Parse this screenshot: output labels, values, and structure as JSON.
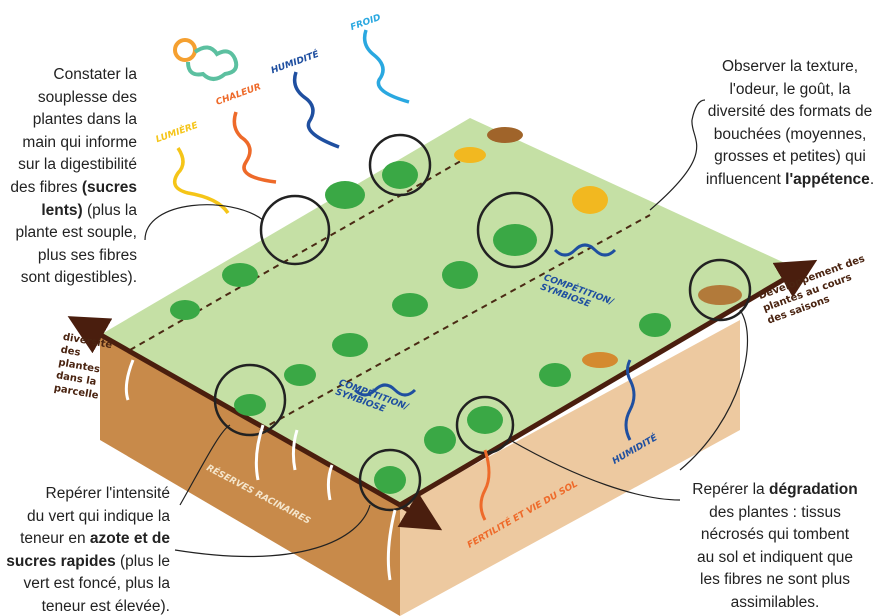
{
  "annotations": {
    "top_left": [
      [
        [
          "Constater la",
          0
        ]
      ],
      [
        [
          "souplesse des",
          0
        ]
      ],
      [
        [
          "plantes dans la",
          0
        ]
      ],
      [
        [
          "main qui informe",
          0
        ]
      ],
      [
        [
          "sur la digestibilité",
          0
        ]
      ],
      [
        [
          "des fibres ",
          0
        ],
        [
          "(sucres",
          1
        ]
      ],
      [
        [
          "lents)",
          1
        ],
        [
          " (plus la",
          0
        ]
      ],
      [
        [
          "plante est souple,",
          0
        ]
      ],
      [
        [
          "plus ses fibres",
          0
        ]
      ],
      [
        [
          "sont digestibles).",
          0
        ]
      ]
    ],
    "top_right": [
      [
        [
          "Observer la texture,",
          0
        ]
      ],
      [
        [
          "l'odeur, le goût, la",
          0
        ]
      ],
      [
        [
          "diversité des formats de",
          0
        ]
      ],
      [
        [
          "bouchées (moyennes,",
          0
        ]
      ],
      [
        [
          "grosses et petites) qui",
          0
        ]
      ],
      [
        [
          "influencent ",
          0
        ],
        [
          "l'appétence",
          1
        ],
        [
          ".",
          0
        ]
      ]
    ],
    "bottom_left": [
      [
        [
          "Repérer l'intensité",
          0
        ]
      ],
      [
        [
          "du vert qui indique la",
          0
        ]
      ],
      [
        [
          "teneur en ",
          0
        ],
        [
          "azote et de",
          1
        ]
      ],
      [
        [
          "sucres rapides",
          1
        ],
        [
          " (plus le",
          0
        ]
      ],
      [
        [
          "vert est foncé, plus la",
          0
        ]
      ],
      [
        [
          "teneur est élevée).",
          0
        ]
      ]
    ],
    "bottom_right": [
      [
        [
          "Repérer la ",
          0
        ],
        [
          "dégradation",
          1
        ]
      ],
      [
        [
          "des plantes : tissus",
          0
        ]
      ],
      [
        [
          "nécrosés qui tombent",
          0
        ]
      ],
      [
        [
          "au sol et indiquent que",
          0
        ]
      ],
      [
        [
          "les fibres ne sont plus",
          0
        ]
      ],
      [
        [
          "assimilables.",
          0
        ]
      ]
    ]
  },
  "climate": {
    "lumiere": "LUMIÈRE",
    "chaleur": "CHALEUR",
    "humidite": "HUMIDITÉ",
    "froid": "FROID"
  },
  "labels": {
    "competition1": "COMPÉTITION/",
    "symbiose1": "SYMBIOSE",
    "competition2": "COMPÉTITION/",
    "symbiose2": "SYMBIOSE",
    "humidite_sol": "HUMIDITÉ",
    "reserves": "RÉSERVES RACINAIRES",
    "fertilite": "FERTILITÉ ET VIE DU SOL"
  },
  "axes": {
    "left": "diversité des plantes dans la parcelle",
    "right": "Développement des plantes au cours des saisons"
  },
  "colors": {
    "top": "#c5e0a5",
    "left_side": "#c88a4a",
    "right_side": "#edc9a0",
    "axis": "#4a1e0e",
    "lumiere": "#f5c518",
    "chaleur": "#ee6a2a",
    "humidite": "#1f4fa0",
    "froid": "#2aa8e0"
  }
}
